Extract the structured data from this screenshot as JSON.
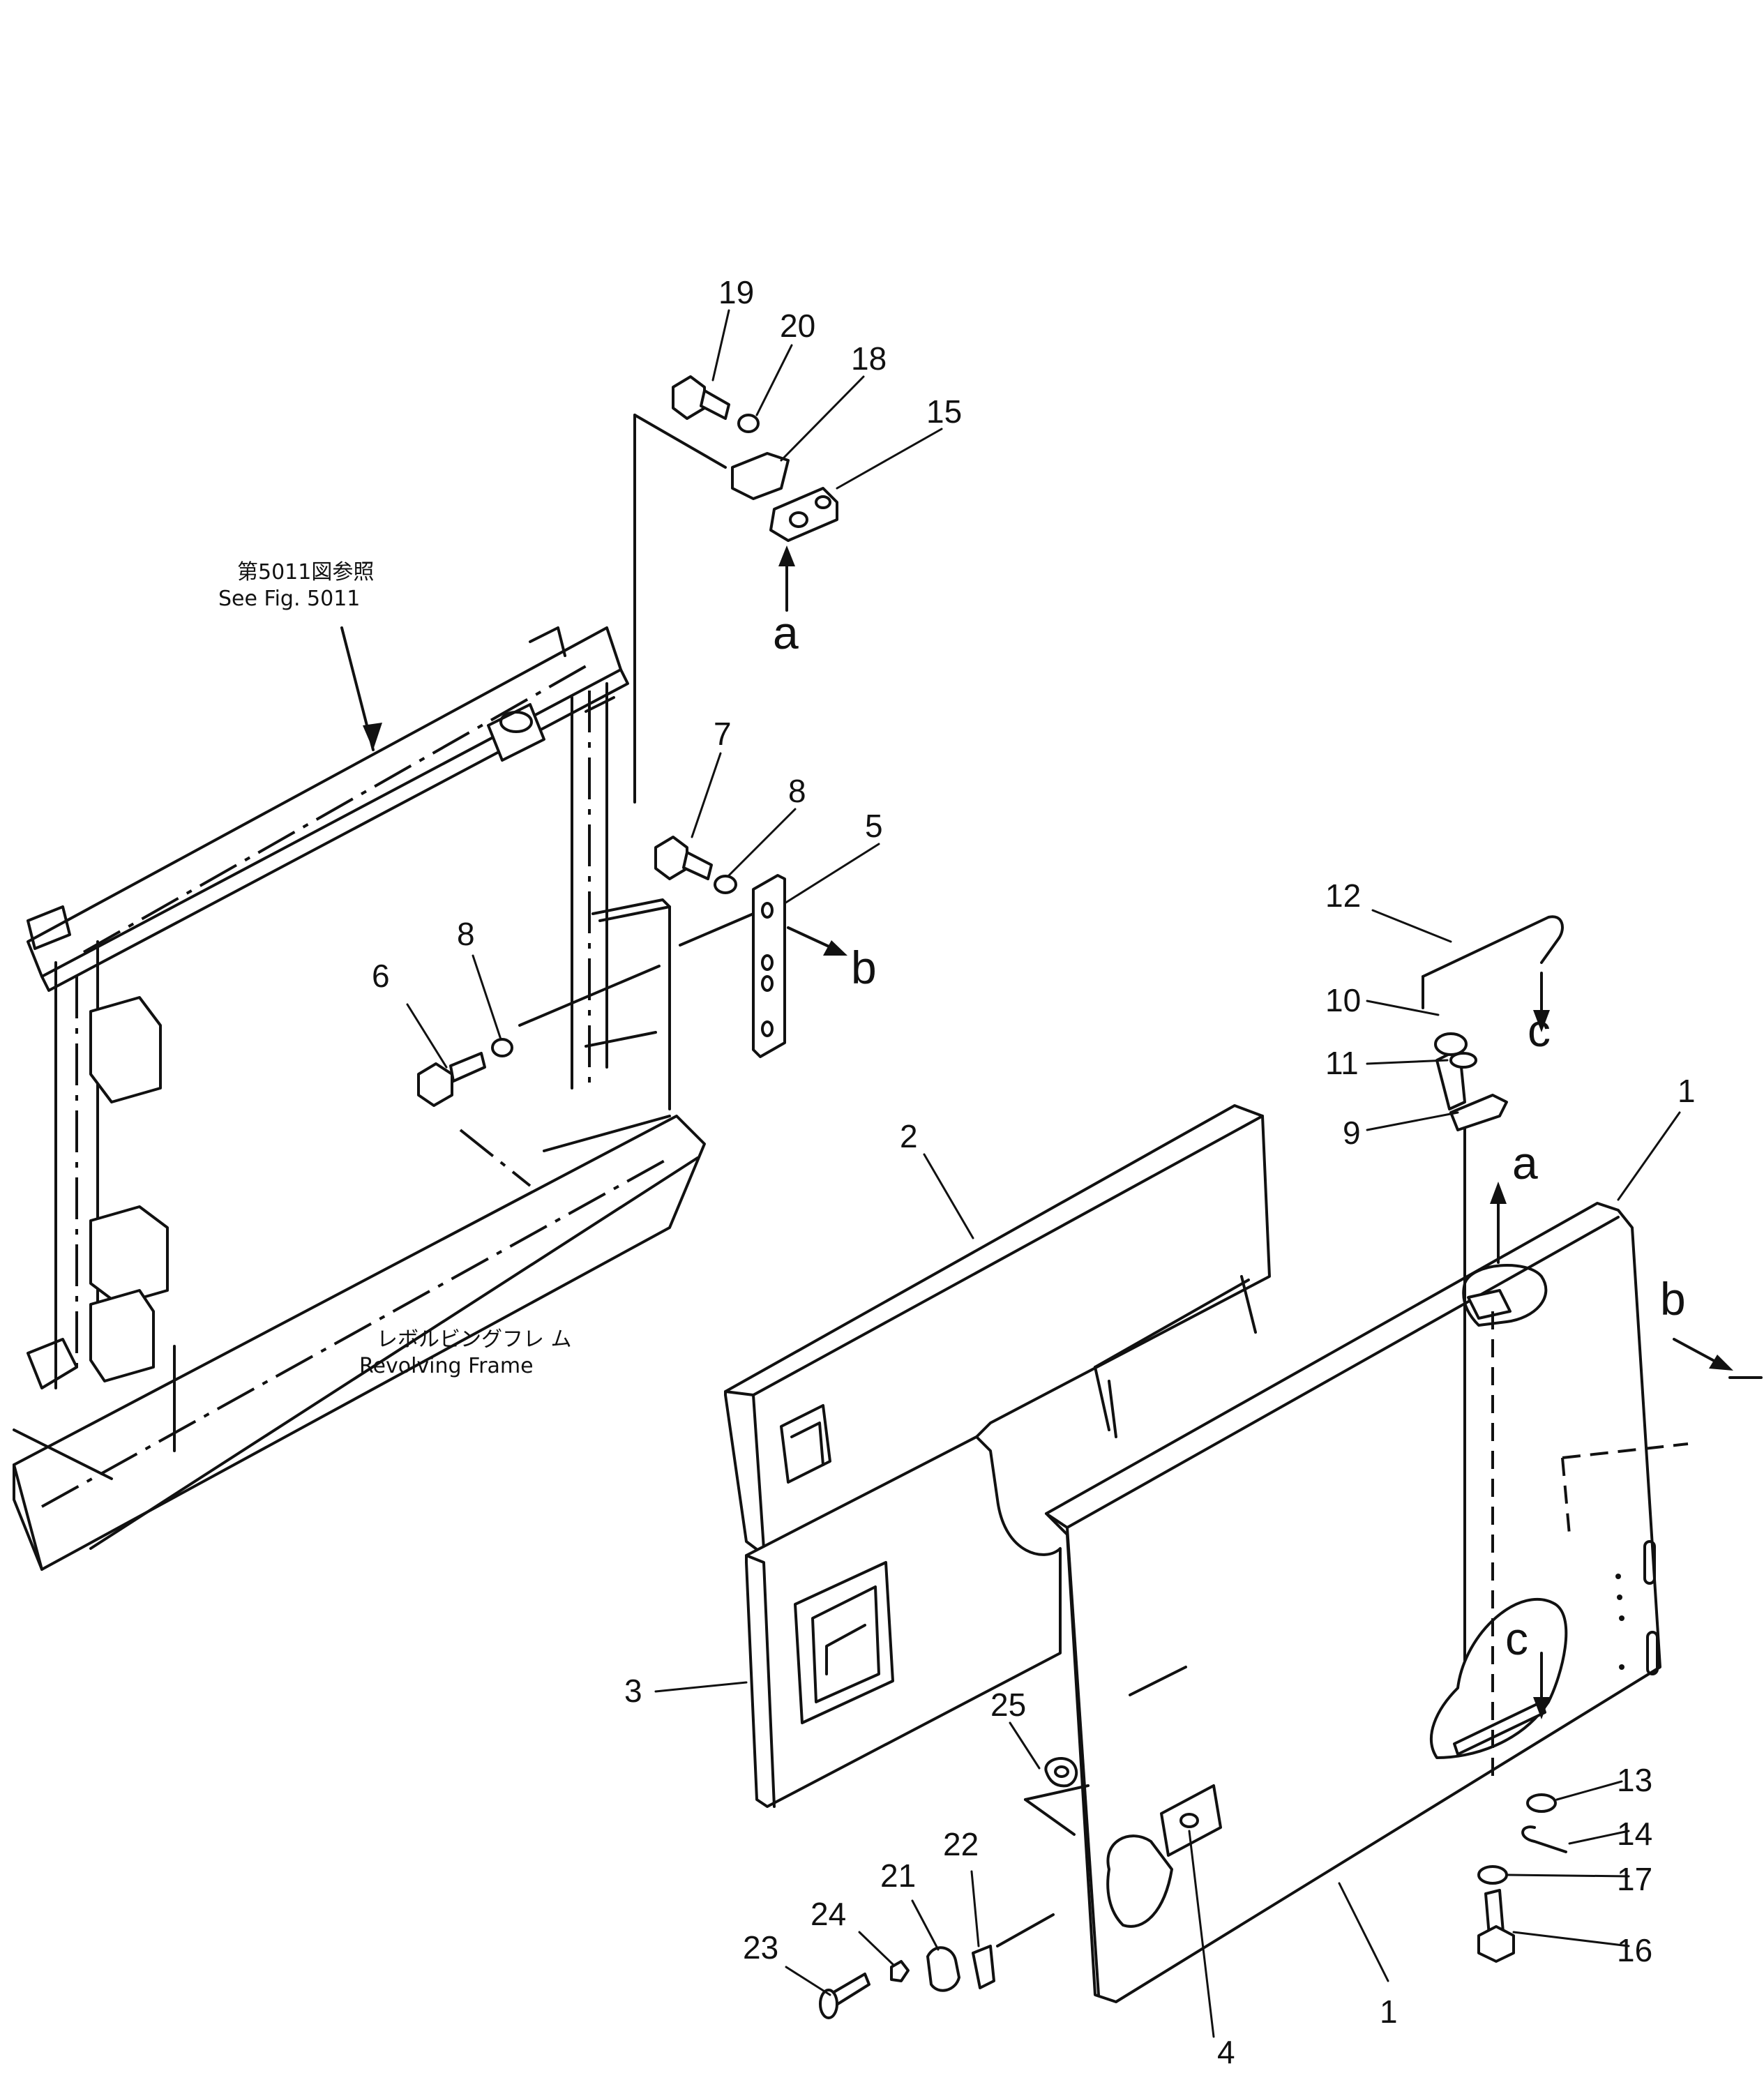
{
  "labels": {
    "p1a": "1",
    "p1b": "1",
    "p2": "2",
    "p3": "3",
    "p4": "4",
    "p5": "5",
    "p6": "6",
    "p7": "7",
    "p8a": "8",
    "p8b": "8",
    "p9": "9",
    "p10": "10",
    "p11": "11",
    "p12": "12",
    "p13": "13",
    "p14": "14",
    "p15": "15",
    "p16": "16",
    "p17": "17",
    "p18": "18",
    "p19": "19",
    "p20": "20",
    "p21": "21",
    "p22": "22",
    "p23": "23",
    "p24": "24",
    "p25": "25"
  },
  "letters": {
    "a_top": "a",
    "a_door": "a",
    "b_bracket": "b",
    "b_door": "b",
    "c_handle": "c",
    "c_door": "c"
  },
  "notes": {
    "fig_ref_jp": "第5011図参照",
    "fig_ref_en": "See Fig. 5011",
    "frame_jp": "レボルビングフレ ム",
    "frame_en": "Revolving Frame"
  }
}
